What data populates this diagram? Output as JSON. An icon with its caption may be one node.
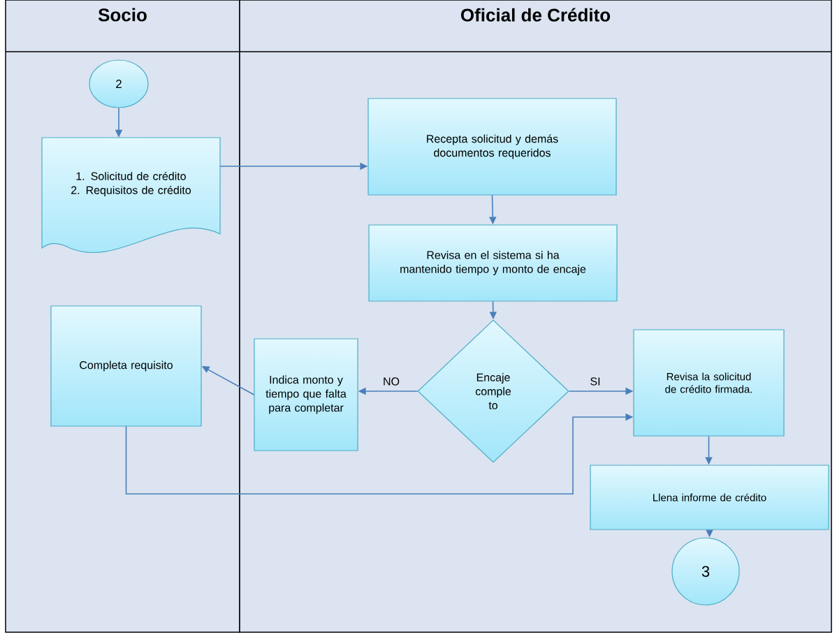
{
  "diagram": {
    "nodes": [
      {
        "text": [
          "Socio"
        ]
      },
      {
        "text": [
          "Oficial de Crédito"
        ]
      },
      {
        "text": [
          "2"
        ],
        "in": 0
      },
      {
        "text": [
          "1. Solicitud de crédito",
          "2. Requisitos de crédito"
        ],
        "in": 0
      },
      {
        "text": [
          "Recepta solicitud y demás documentos requeridos"
        ],
        "in": 1
      },
      {
        "text": [
          "Revisa en el sistema si ha mantenido tiempo y monto de encaje"
        ],
        "in": 1
      },
      {
        "text": [
          "Encaje comple to"
        ],
        "in": 1
      },
      {
        "text": [
          "Indica monto y tiempo que falta para completar"
        ],
        "in": 1
      },
      {
        "text": [
          "Completa requisito"
        ],
        "in": 0
      },
      {
        "text": [
          "Revisa la solicitud de crédito firmada."
        ],
        "in": 1
      },
      {
        "text": [
          "Llena informe de crédito"
        ],
        "in": 1
      },
      {
        "text": [
          "3"
        ],
        "in": 1
      }
    ],
    "edges": [
      {
        "from": 2,
        "to": 3,
        "arrow": "to"
      },
      {
        "from": 3,
        "to": 4,
        "arrow": "to"
      },
      {
        "from": 4,
        "to": 5,
        "arrow": "to"
      },
      {
        "from": 5,
        "to": 6,
        "arrow": "to"
      },
      {
        "from": 6,
        "to": 7,
        "arrow": "to",
        "label": "NO"
      },
      {
        "from": 6,
        "to": 9,
        "arrow": "to",
        "label": "SI"
      },
      {
        "from": 7,
        "to": 8,
        "arrow": "to"
      },
      {
        "from": 8,
        "to": 9,
        "arrow": "to"
      },
      {
        "from": 9,
        "to": 10,
        "arrow": "to"
      },
      {
        "from": 10,
        "to": 11,
        "arrow": "to"
      }
    ]
  }
}
